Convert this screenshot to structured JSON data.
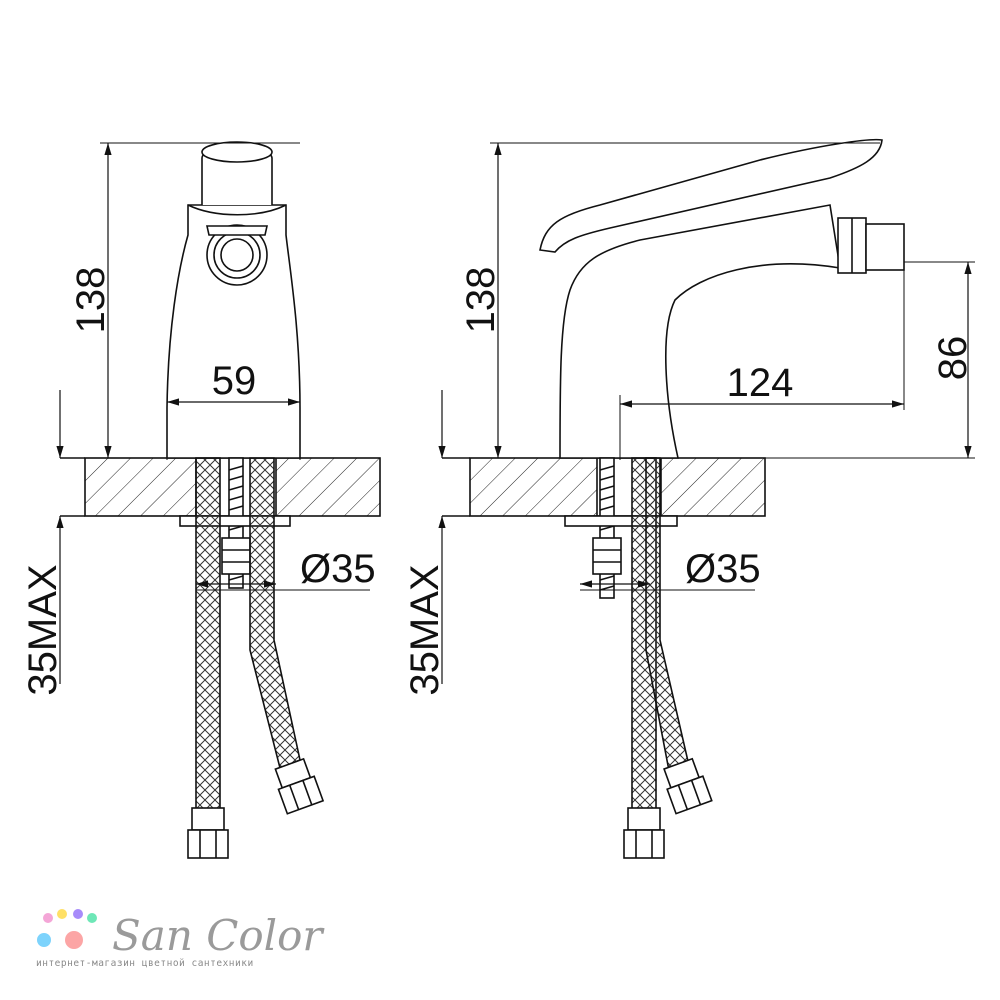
{
  "front_view": {
    "height_label": "138",
    "width_label": "59",
    "hole_label": "Ø35",
    "deck_label": "35MAX"
  },
  "side_view": {
    "height_label": "138",
    "reach_label": "124",
    "spout_height_label": "86",
    "hole_label": "Ø35",
    "deck_label": "35MAX"
  },
  "logo": {
    "name": "San Color",
    "tagline": "интернет-магазин цветной сантехники",
    "dot_colors": [
      "#f4a6d7",
      "#ffe066",
      "#a78bfa",
      "#6ee7b7",
      "#7dd3fc",
      "#fca5a5"
    ]
  }
}
